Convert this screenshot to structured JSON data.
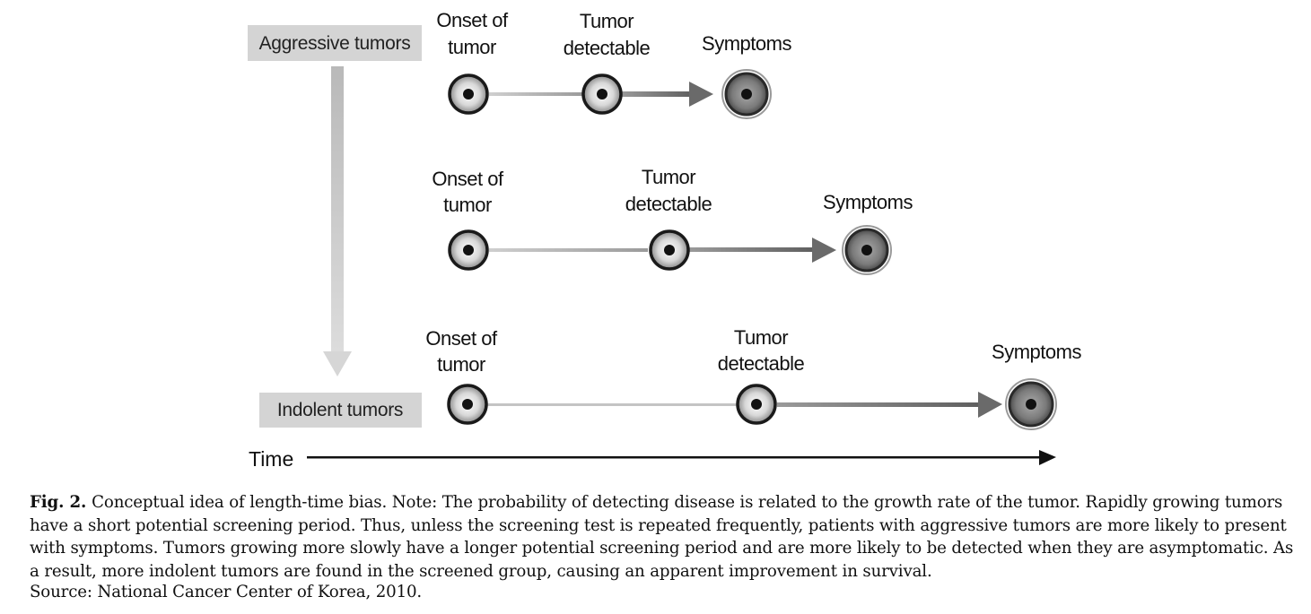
{
  "labels": {
    "aggressive": "Aggressive tumors",
    "indolent": "Indolent tumors",
    "time": "Time"
  },
  "rows": [
    {
      "onset": [
        "Onset of",
        "tumor"
      ],
      "detectable": [
        "Tumor",
        "detectable"
      ],
      "symptoms": "Symptoms"
    },
    {
      "onset": [
        "Onset of",
        "tumor"
      ],
      "detectable": [
        "Tumor",
        "detectable"
      ],
      "symptoms": "Symptoms"
    },
    {
      "onset": [
        "Onset of",
        "tumor"
      ],
      "detectable": [
        "Tumor",
        "detectable"
      ],
      "symptoms": "Symptoms"
    }
  ],
  "caption": {
    "fig_label": "Fig. 2.",
    "text": "Conceptual idea of length-time bias. Note: The probability of detecting disease is related to the growth rate of the tumor. Rapidly growing tumors have a short potential screening period. Thus, unless the screening test is repeated frequently, patients with aggressive tumors are more likely to present with symptoms. Tumors growing more slowly have a longer potential screening period and are more likely to be detected when they are asymptomatic. As a result, more indolent tumors are found in the screened group, causing an apparent improvement in survival.",
    "source": "Source: National Cancer Center of Korea, 2010."
  },
  "colors": {
    "tag_background": "#d4d4d4",
    "vertical_arrow": "#c8c8c8",
    "arrow_dark": "#6a6a6a",
    "arrow_light": "#bdbdbd"
  }
}
